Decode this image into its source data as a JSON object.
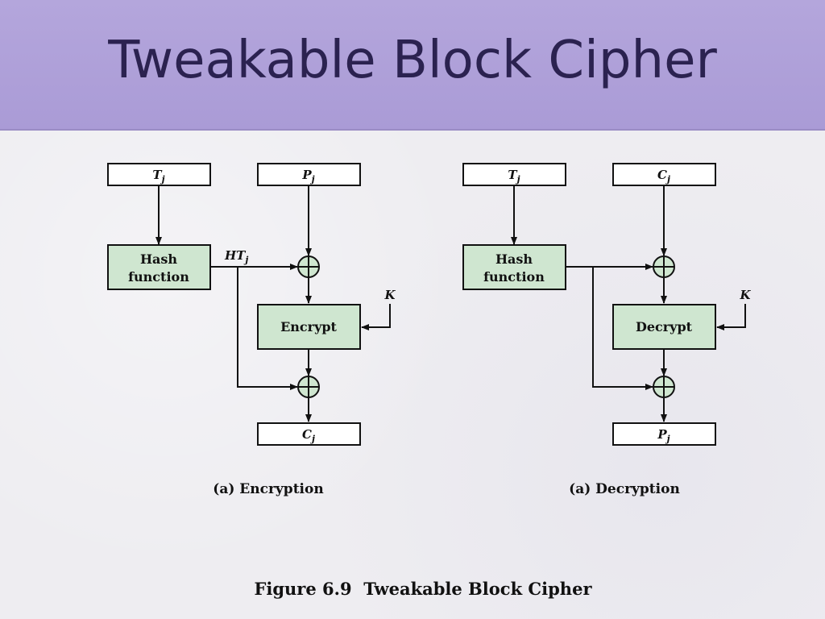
{
  "slide": {
    "title": "Tweakable Block Cipher",
    "figure_caption": "Figure 6.9  Tweakable Block Cipher"
  },
  "encryption": {
    "tweak_var": "T",
    "tweak_sub": "j",
    "input_var": "P",
    "input_sub": "j",
    "hash_line1": "Hash",
    "hash_line2": "function",
    "ht_var": "HT",
    "ht_sub": "j",
    "key": "K",
    "cipher_label": "Encrypt",
    "output_var": "C",
    "output_sub": "j",
    "caption": "(a) Encryption"
  },
  "decryption": {
    "tweak_var": "T",
    "tweak_sub": "j",
    "input_var": "C",
    "input_sub": "j",
    "hash_line1": "Hash",
    "hash_line2": "function",
    "key": "K",
    "cipher_label": "Decrypt",
    "output_var": "P",
    "output_sub": "j",
    "caption": "(a) Decryption"
  },
  "colors": {
    "box_fill": "#cfe6d0",
    "xor_fill": "#cfe6d0",
    "io_fill": "#ffffff",
    "header_bg": "#ae9fd8",
    "title_color": "#2b2250"
  }
}
